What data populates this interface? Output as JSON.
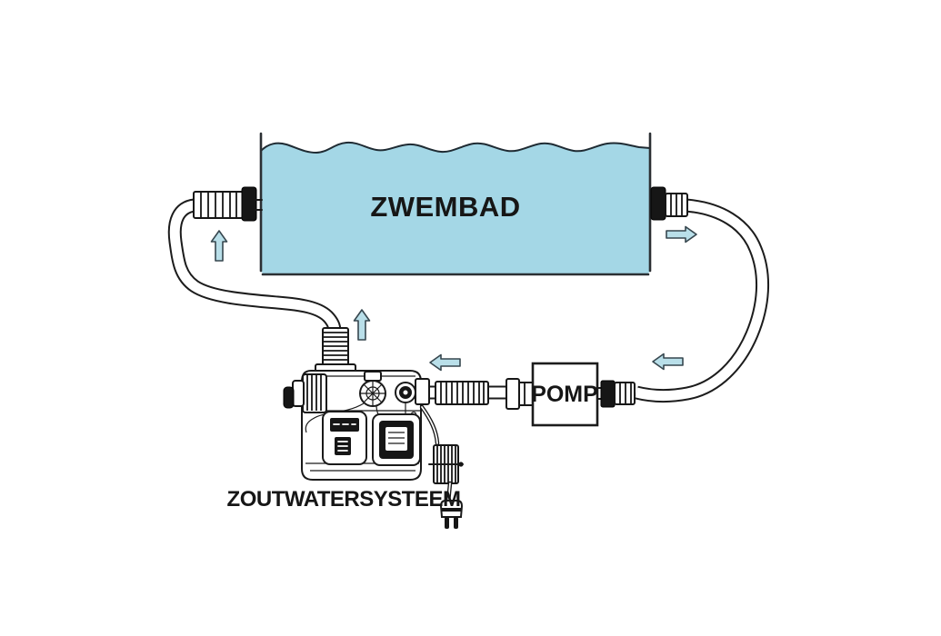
{
  "diagram": {
    "type": "pool-plumbing-schematic",
    "labels": {
      "pool": "ZWEMBAD",
      "pump": "POMP",
      "salt_water_system": "ZOUTWATERSYSTEEM"
    },
    "colors": {
      "water": "#a4d7e6",
      "arrow_fill": "#b9dfe9",
      "arrow_outline": "#37474f",
      "line_art": "#1a1a1a",
      "background": "#ffffff"
    },
    "flow_arrows": [
      {
        "id": "return-riser-left",
        "direction": "up"
      },
      {
        "id": "system-inlet-riser",
        "direction": "up"
      },
      {
        "id": "pool-outlet",
        "direction": "right"
      },
      {
        "id": "pump-to-system",
        "direction": "left"
      },
      {
        "id": "hose-to-pump",
        "direction": "left"
      }
    ]
  }
}
